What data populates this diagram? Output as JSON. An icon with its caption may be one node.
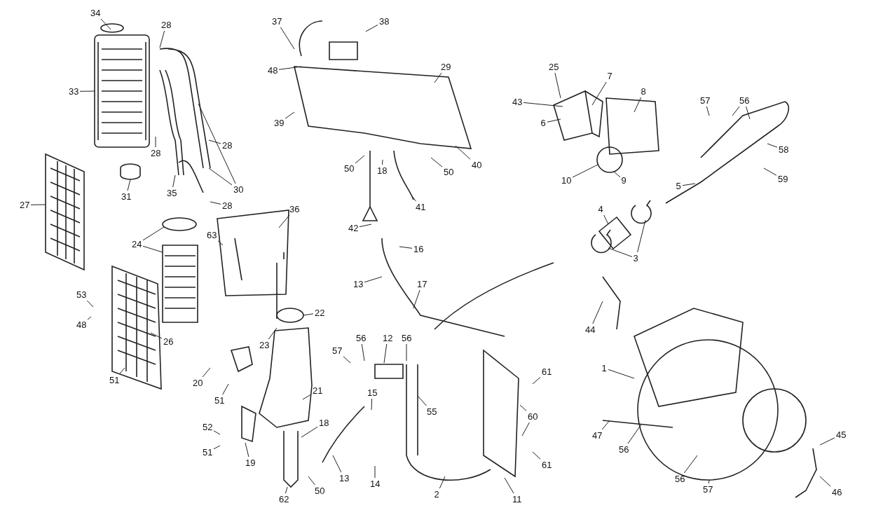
{
  "diagram": {
    "nodes": [
      {
        "text": [
          "34"
        ]
      },
      {
        "text": [
          "28"
        ]
      },
      {
        "text": [
          "33"
        ]
      },
      {
        "text": [
          "28"
        ]
      },
      {
        "text": [
          "31"
        ]
      },
      {
        "text": [
          "35"
        ]
      },
      {
        "text": [
          "28"
        ]
      },
      {
        "text": [
          "30"
        ]
      },
      {
        "text": [
          "28"
        ]
      },
      {
        "text": [
          "27"
        ]
      },
      {
        "text": [
          "24"
        ]
      },
      {
        "text": [
          "63"
        ]
      },
      {
        "text": [
          "36"
        ]
      },
      {
        "text": [
          "53"
        ]
      },
      {
        "text": [
          "48"
        ]
      },
      {
        "text": [
          "26"
        ]
      },
      {
        "text": [
          "51"
        ]
      },
      {
        "text": [
          "23"
        ]
      },
      {
        "text": [
          "22"
        ]
      },
      {
        "text": [
          "20"
        ]
      },
      {
        "text": [
          "51"
        ]
      },
      {
        "text": [
          "21"
        ]
      },
      {
        "text": [
          "52"
        ]
      },
      {
        "text": [
          "51"
        ]
      },
      {
        "text": [
          "19"
        ]
      },
      {
        "text": [
          "18"
        ]
      },
      {
        "text": [
          "62"
        ]
      },
      {
        "text": [
          "50"
        ]
      },
      {
        "text": [
          "37"
        ]
      },
      {
        "text": [
          "38"
        ]
      },
      {
        "text": [
          "48"
        ]
      },
      {
        "text": [
          "29"
        ]
      },
      {
        "text": [
          "39"
        ]
      },
      {
        "text": [
          "50"
        ]
      },
      {
        "text": [
          "18"
        ]
      },
      {
        "text": [
          "40"
        ]
      },
      {
        "text": [
          "50"
        ]
      },
      {
        "text": [
          "41"
        ]
      },
      {
        "text": [
          "42"
        ]
      },
      {
        "text": [
          "16"
        ]
      },
      {
        "text": [
          "13"
        ]
      },
      {
        "text": [
          "17"
        ]
      },
      {
        "text": [
          "15"
        ]
      },
      {
        "text": [
          "13"
        ]
      },
      {
        "text": [
          "14"
        ]
      },
      {
        "text": [
          "57"
        ]
      },
      {
        "text": [
          "56"
        ]
      },
      {
        "text": [
          "12"
        ]
      },
      {
        "text": [
          "56"
        ]
      },
      {
        "text": [
          "55"
        ]
      },
      {
        "text": [
          "2"
        ]
      },
      {
        "text": [
          "11"
        ]
      },
      {
        "text": [
          "61"
        ]
      },
      {
        "text": [
          "60"
        ]
      },
      {
        "text": [
          "61"
        ]
      },
      {
        "text": [
          "25"
        ]
      },
      {
        "text": [
          "43"
        ]
      },
      {
        "text": [
          "7"
        ]
      },
      {
        "text": [
          "8"
        ]
      },
      {
        "text": [
          "6"
        ]
      },
      {
        "text": [
          "10"
        ]
      },
      {
        "text": [
          "9"
        ]
      },
      {
        "text": [
          "57"
        ]
      },
      {
        "text": [
          "56"
        ]
      },
      {
        "text": [
          "58"
        ]
      },
      {
        "text": [
          "59"
        ]
      },
      {
        "text": [
          "5"
        ]
      },
      {
        "text": [
          "4"
        ]
      },
      {
        "text": [
          "3"
        ]
      },
      {
        "text": [
          "44"
        ]
      },
      {
        "text": [
          "1"
        ]
      },
      {
        "text": [
          "47"
        ]
      },
      {
        "text": [
          "56"
        ]
      },
      {
        "text": [
          "56"
        ]
      },
      {
        "text": [
          "57"
        ]
      },
      {
        "text": [
          "45"
        ]
      },
      {
        "text": [
          "46"
        ]
      }
    ],
    "edges": [
      {
        "from": 0,
        "to": null,
        "arrow": "none"
      },
      {
        "from": 1,
        "to": null,
        "arrow": "none"
      },
      {
        "from": 2,
        "to": null,
        "arrow": "none"
      },
      {
        "from": 3,
        "to": null,
        "arrow": "none"
      },
      {
        "from": 4,
        "to": null,
        "arrow": "none"
      },
      {
        "from": 5,
        "to": null,
        "arrow": "none"
      },
      {
        "from": 6,
        "to": null,
        "arrow": "none"
      },
      {
        "from": 7,
        "to": null,
        "arrow": "none"
      },
      {
        "from": 7,
        "to": null,
        "arrow": "none"
      },
      {
        "from": 8,
        "to": null,
        "arrow": "none"
      },
      {
        "from": 9,
        "to": null,
        "arrow": "none"
      },
      {
        "from": 10,
        "to": null,
        "arrow": "none"
      },
      {
        "from": 10,
        "to": null,
        "arrow": "none"
      },
      {
        "from": 11,
        "to": null,
        "arrow": "none"
      },
      {
        "from": 12,
        "to": null,
        "arrow": "none"
      },
      {
        "from": 13,
        "to": null,
        "arrow": "none"
      },
      {
        "from": 14,
        "to": null,
        "arrow": "none"
      },
      {
        "from": 15,
        "to": null,
        "arrow": "none"
      },
      {
        "from": 16,
        "to": null,
        "arrow": "none"
      },
      {
        "from": 17,
        "to": null,
        "arrow": "none"
      },
      {
        "from": 18,
        "to": null,
        "arrow": "none"
      },
      {
        "from": 19,
        "to": null,
        "arrow": "none"
      },
      {
        "from": 20,
        "to": null,
        "arrow": "none"
      },
      {
        "from": 21,
        "to": null,
        "arrow": "none"
      },
      {
        "from": 22,
        "to": null,
        "arrow": "none"
      },
      {
        "from": 23,
        "to": null,
        "arrow": "none"
      },
      {
        "from": 24,
        "to": null,
        "arrow": "none"
      },
      {
        "from": 25,
        "to": null,
        "arrow": "none"
      },
      {
        "from": 26,
        "to": null,
        "arrow": "none"
      },
      {
        "from": 27,
        "to": null,
        "arrow": "none"
      },
      {
        "from": 28,
        "to": null,
        "arrow": "none"
      },
      {
        "from": 29,
        "to": null,
        "arrow": "none"
      },
      {
        "from": 30,
        "to": null,
        "arrow": "none"
      },
      {
        "from": 31,
        "to": null,
        "arrow": "none"
      },
      {
        "from": 32,
        "to": null,
        "arrow": "none"
      },
      {
        "from": 33,
        "to": null,
        "arrow": "none"
      },
      {
        "from": 34,
        "to": null,
        "arrow": "none"
      },
      {
        "from": 35,
        "to": null,
        "arrow": "none"
      },
      {
        "from": 36,
        "to": null,
        "arrow": "none"
      },
      {
        "from": 37,
        "to": null,
        "arrow": "none"
      },
      {
        "from": 38,
        "to": null,
        "arrow": "none"
      },
      {
        "from": 39,
        "to": null,
        "arrow": "none"
      },
      {
        "from": 40,
        "to": null,
        "arrow": "none"
      },
      {
        "from": 41,
        "to": null,
        "arrow": "none"
      },
      {
        "from": 42,
        "to": null,
        "arrow": "none"
      },
      {
        "from": 43,
        "to": null,
        "arrow": "none"
      },
      {
        "from": 44,
        "to": null,
        "arrow": "none"
      },
      {
        "from": 45,
        "to": null,
        "arrow": "none"
      },
      {
        "from": 46,
        "to": null,
        "arrow": "none"
      },
      {
        "from": 47,
        "to": null,
        "arrow": "none"
      },
      {
        "from": 48,
        "to": null,
        "arrow": "none"
      },
      {
        "from": 49,
        "to": null,
        "arrow": "none"
      },
      {
        "from": 50,
        "to": null,
        "arrow": "none"
      },
      {
        "from": 51,
        "to": null,
        "arrow": "none"
      },
      {
        "from": 52,
        "to": null,
        "arrow": "none"
      },
      {
        "from": 53,
        "to": null,
        "arrow": "none"
      },
      {
        "from": 53,
        "to": null,
        "arrow": "none"
      },
      {
        "from": 54,
        "to": null,
        "arrow": "none"
      },
      {
        "from": 55,
        "to": null,
        "arrow": "none"
      },
      {
        "from": 56,
        "to": null,
        "arrow": "none"
      },
      {
        "from": 57,
        "to": null,
        "arrow": "none"
      },
      {
        "from": 58,
        "to": null,
        "arrow": "none"
      },
      {
        "from": 59,
        "to": null,
        "arrow": "none"
      },
      {
        "from": 60,
        "to": null,
        "arrow": "none"
      },
      {
        "from": 61,
        "to": null,
        "arrow": "none"
      },
      {
        "from": 62,
        "to": null,
        "arrow": "none"
      },
      {
        "from": 63,
        "to": null,
        "arrow": "none"
      },
      {
        "from": 63,
        "to": null,
        "arrow": "none"
      },
      {
        "from": 64,
        "to": null,
        "arrow": "none"
      },
      {
        "from": 65,
        "to": null,
        "arrow": "none"
      },
      {
        "from": 66,
        "to": null,
        "arrow": "none"
      },
      {
        "from": 67,
        "to": null,
        "arrow": "none"
      },
      {
        "from": 68,
        "to": null,
        "arrow": "none"
      },
      {
        "from": 68,
        "to": null,
        "arrow": "none"
      },
      {
        "from": 69,
        "to": null,
        "arrow": "none"
      },
      {
        "from": 70,
        "to": null,
        "arrow": "none"
      },
      {
        "from": 71,
        "to": null,
        "arrow": "none"
      },
      {
        "from": 72,
        "to": null,
        "arrow": "none"
      },
      {
        "from": 73,
        "to": null,
        "arrow": "none"
      },
      {
        "from": 74,
        "to": null,
        "arrow": "none"
      },
      {
        "from": 75,
        "to": null,
        "arrow": "none"
      },
      {
        "from": 76,
        "to": null,
        "arrow": "none"
      }
    ]
  }
}
